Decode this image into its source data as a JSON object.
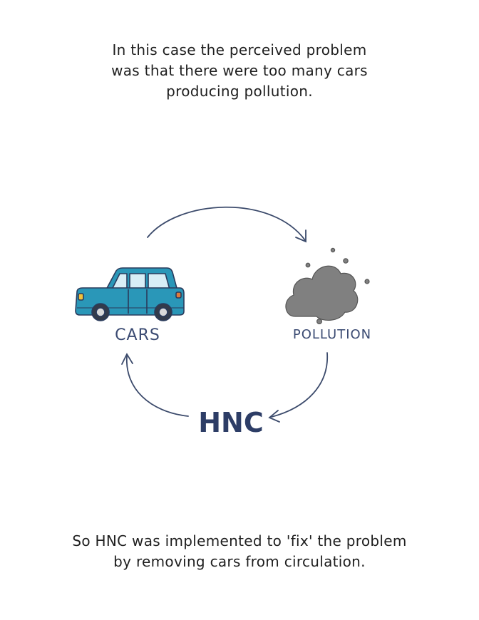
{
  "caption_top": {
    "line1": "In this case the perceived problem",
    "line2": "was that there were too many cars",
    "line3": "producing pollution."
  },
  "diagram": {
    "nodes": {
      "cars": "CARS",
      "pollution": "POLLUTION",
      "hnc": "HNC"
    },
    "colors": {
      "car_body": "#2a97b8",
      "car_outline": "#2a3b5c",
      "cloud": "#808080",
      "arrow": "#3b4a6b",
      "label": "#3a4a72"
    }
  },
  "caption_bottom": {
    "line1": "So HNC was implemented to 'fix' the problem",
    "line2": "by removing cars from circulation."
  }
}
